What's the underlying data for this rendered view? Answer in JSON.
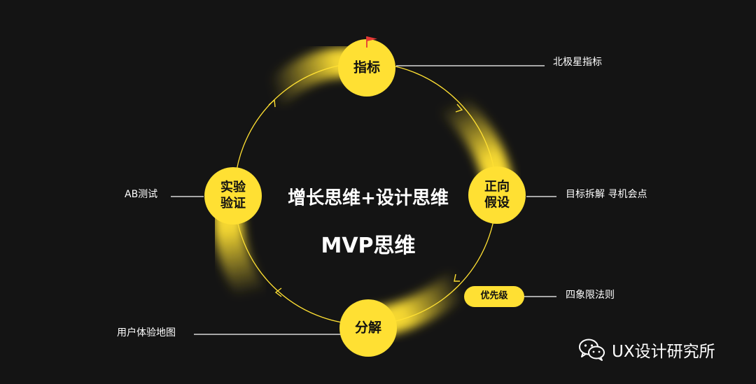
{
  "center": {
    "title_line1": "增长思维+设计思维",
    "title_line2": "MVP思维"
  },
  "nodes": {
    "metrics": "指标",
    "hypothesis_line1": "正向",
    "hypothesis_line2": "假设",
    "priority": "优先级",
    "decompose": "分解",
    "experiment_line1": "实验",
    "experiment_line2": "验证"
  },
  "annotations": {
    "north_star": "北极星指标",
    "goal_breakdown": "目标拆解 寻机会点",
    "four_quadrant": "四象限法则",
    "journey_map": "用户体验地图",
    "ab_test": "AB测试"
  },
  "watermark": {
    "text": "UX设计研究所",
    "icon": "wechat-icon"
  },
  "colors": {
    "background": "#141414",
    "accent": "#FFE033",
    "flag": "#E53935",
    "line": "#FFFFFF"
  }
}
